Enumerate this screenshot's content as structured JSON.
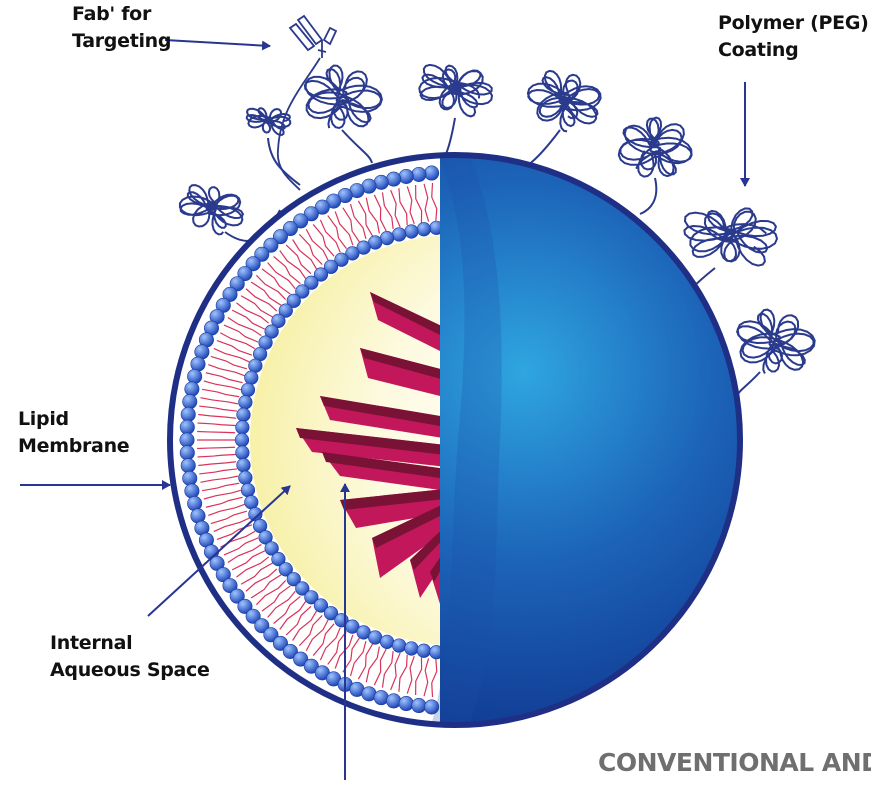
{
  "labels": {
    "fab": [
      "Fab' for",
      "Targeting"
    ],
    "peg": [
      "Polymer (PEG)",
      "Coating"
    ],
    "lipid": [
      "Lipid",
      "Membrane"
    ],
    "aqueous": [
      "Internal",
      "Aqueous Space"
    ]
  },
  "caption": "CONVENTIONAL AND",
  "colors": {
    "arrow": "#283593",
    "sphere_light": "#2fa6e0",
    "sphere_dark": "#0d2d86",
    "outline": "#1f2f86",
    "head": "#3a66d0",
    "tail": "#d9335a",
    "interior": "#fbf6c3",
    "drug": "#7a1236",
    "drug_face": "#c2185b",
    "peg": "#2a3a8c"
  }
}
